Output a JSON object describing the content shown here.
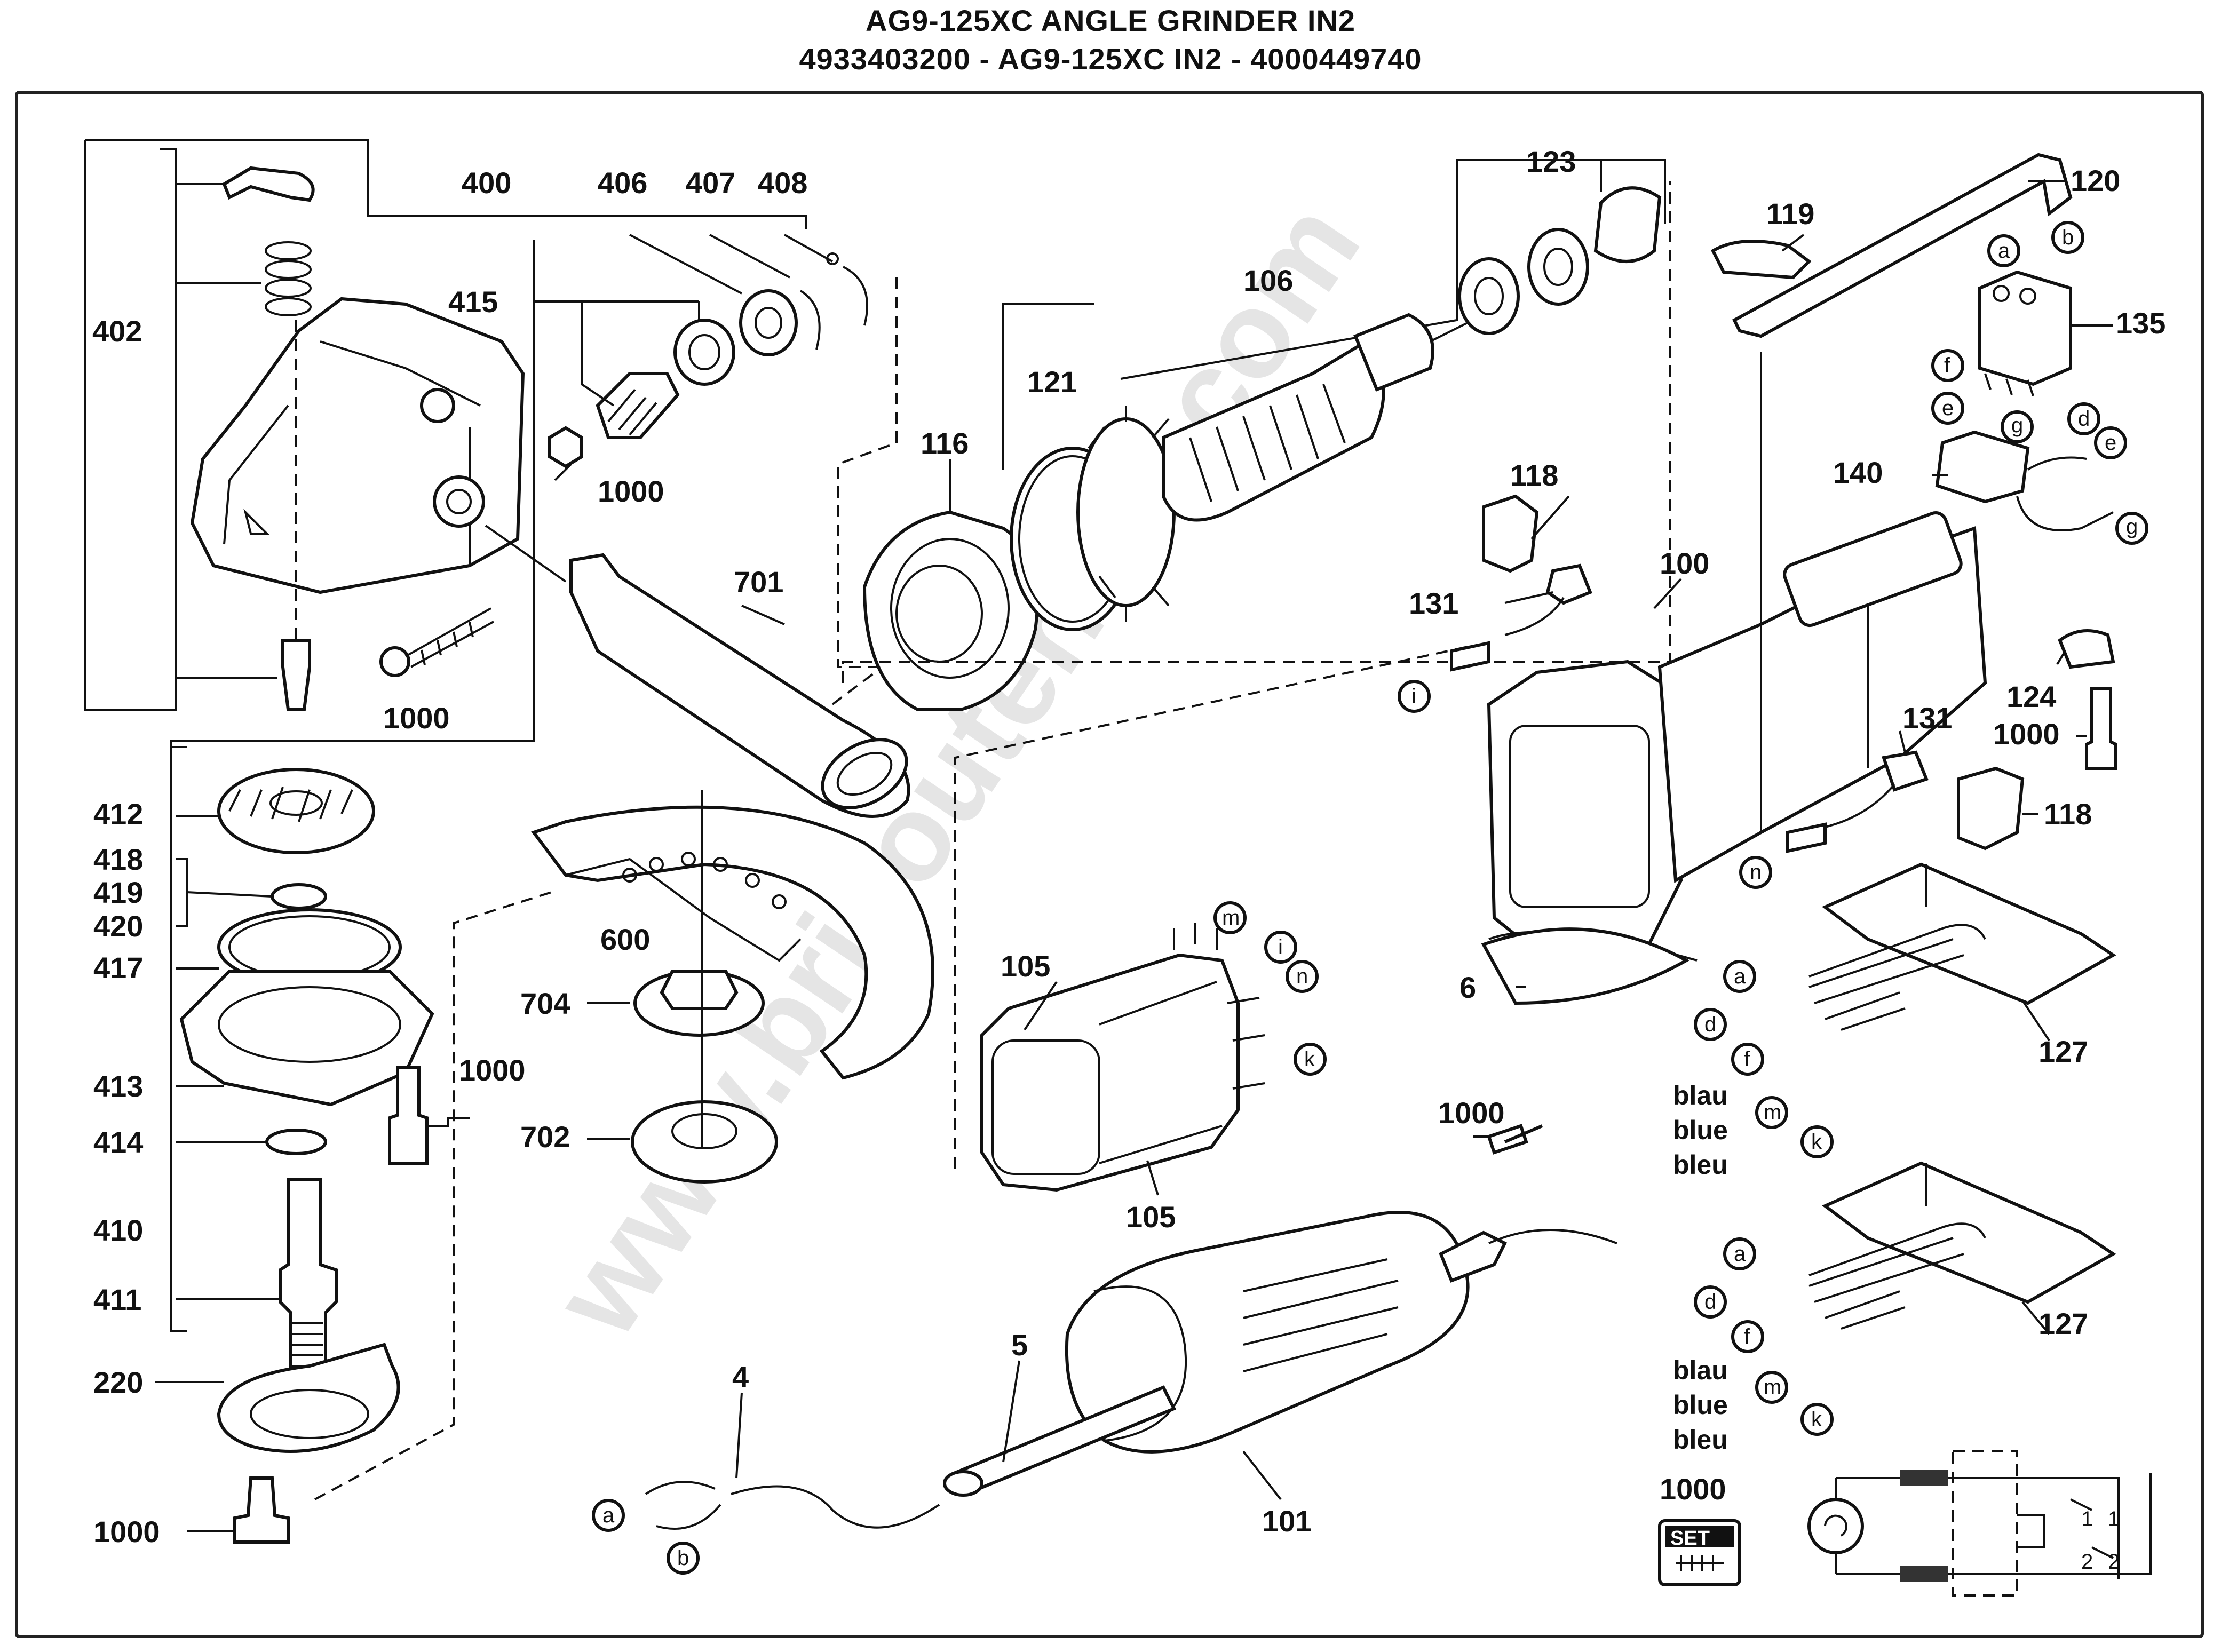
{
  "header": {
    "title": "AG9-125XC ANGLE GRINDER IN2",
    "subtitle": "4933403200 - AG9-125XC IN2 - 4000449740"
  },
  "watermark": "www.bricoutensili.com",
  "parts": {
    "p400": "400",
    "p402": "402",
    "p406": "406",
    "p407": "407",
    "p408": "408",
    "p415": "415",
    "p1000a": "1000",
    "p1000b": "1000",
    "p1000c": "1000",
    "p1000d": "1000",
    "p1000e": "1000",
    "p1000f": "1000",
    "p1000set": "1000",
    "p412": "412",
    "p418": "418",
    "p419": "419",
    "p420": "420",
    "p417": "417",
    "p413": "413",
    "p414": "414",
    "p410": "410",
    "p411": "411",
    "p220": "220",
    "p600": "600",
    "p704": "704",
    "p702": "702",
    "p701": "701",
    "p116": "116",
    "p121": "121",
    "p106": "106",
    "p123": "123",
    "p119": "119",
    "p120": "120",
    "p135": "135",
    "p140": "140",
    "p118a": "118",
    "p118b": "118",
    "p131a": "131",
    "p131b": "131",
    "p100": "100",
    "p124": "124",
    "p6": "6",
    "p105a": "105",
    "p105b": "105",
    "p127a": "127",
    "p127b": "127",
    "p4": "4",
    "p5": "5",
    "p101": "101"
  },
  "connectors": {
    "a1": "a",
    "b1": "b",
    "f1": "f",
    "e1": "e",
    "g1": "g",
    "d1": "d",
    "e2": "e",
    "g2": "g",
    "i1": "i",
    "n1": "n",
    "m1": "m",
    "i2": "i",
    "n2": "n",
    "k1": "k",
    "a2": "a",
    "d2": "d",
    "f2": "f",
    "m2": "m",
    "k2": "k",
    "a3": "a",
    "d3": "d",
    "f3": "f",
    "m3": "m",
    "k3": "k",
    "a4": "a",
    "b4": "b"
  },
  "wire_colors": {
    "set1": [
      "blau",
      "blue",
      "bleu"
    ],
    "set2": [
      "blau",
      "blue",
      "bleu"
    ]
  },
  "set_badge": "SET",
  "schematic": {
    "n1": "1",
    "n2": "1",
    "n3": "2",
    "n4": "2"
  }
}
